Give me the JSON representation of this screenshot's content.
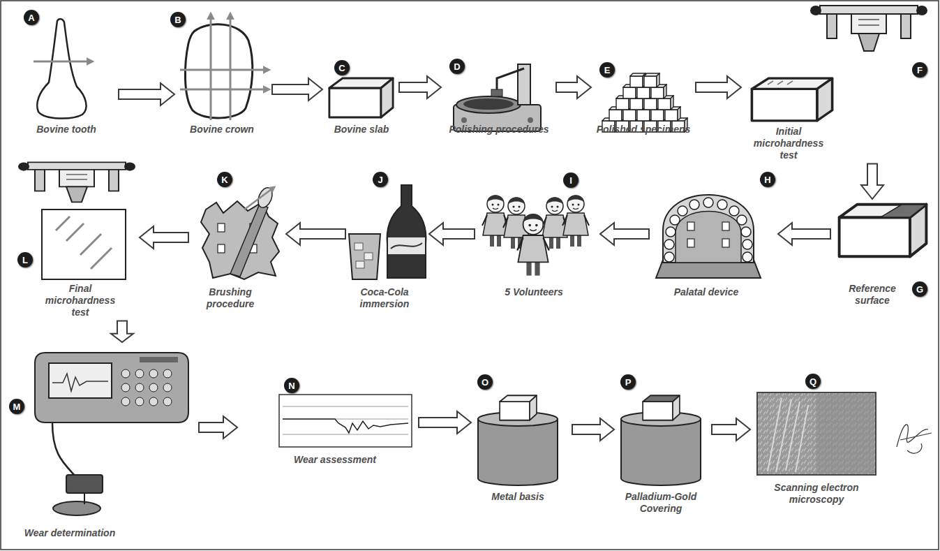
{
  "diagram": {
    "nodes": [
      {
        "text": [
          "Bovine tooth"
        ]
      },
      {
        "text": [
          "A"
        ],
        "in": 0
      },
      {
        "text": [
          "Bovine crown"
        ]
      },
      {
        "text": [
          "B"
        ],
        "in": 2
      },
      {
        "text": [
          "Bovine slab"
        ]
      },
      {
        "text": [
          "C"
        ],
        "in": 4
      },
      {
        "text": [
          "Polishing procedures"
        ]
      },
      {
        "text": [
          "D"
        ],
        "in": 6
      },
      {
        "text": [
          "Polished specimens"
        ]
      },
      {
        "text": [
          "E"
        ],
        "in": 8
      },
      {
        "text": [
          "Initial microhardness test"
        ]
      },
      {
        "text": [
          "F"
        ],
        "in": 10
      },
      {
        "text": [
          "Reference surface"
        ]
      },
      {
        "text": [
          "G"
        ],
        "in": 12
      },
      {
        "text": [
          "Palatal device"
        ]
      },
      {
        "text": [
          "H"
        ],
        "in": 14
      },
      {
        "text": [
          "5 Volunteers"
        ]
      },
      {
        "text": [
          "I"
        ],
        "in": 16
      },
      {
        "text": [
          "Coca-Cola immersion"
        ]
      },
      {
        "text": [
          "J"
        ],
        "in": 18
      },
      {
        "text": [
          "Brushing procedure"
        ]
      },
      {
        "text": [
          "K"
        ],
        "in": 20
      },
      {
        "text": [
          "Final microhardness test"
        ]
      },
      {
        "text": [
          "L"
        ],
        "in": 22
      },
      {
        "text": [
          "Wear determination"
        ]
      },
      {
        "text": [
          "M"
        ],
        "in": 24
      },
      {
        "text": [
          "Wear assessment"
        ]
      },
      {
        "text": [
          "N"
        ],
        "in": 26
      },
      {
        "text": [
          "Metal basis"
        ]
      },
      {
        "text": [
          "O"
        ],
        "in": 28
      },
      {
        "text": [
          "Palladium-Gold Covering"
        ]
      },
      {
        "text": [
          "P"
        ],
        "in": 30
      },
      {
        "text": [
          "Scanning electron microscopy"
        ]
      },
      {
        "text": [
          "Q"
        ],
        "in": 32
      }
    ],
    "edges": [
      {
        "from": 0,
        "to": 2,
        "arrow": "to"
      },
      {
        "from": 2,
        "to": 4,
        "arrow": "to"
      },
      {
        "from": 4,
        "to": 6,
        "arrow": "to"
      },
      {
        "from": 6,
        "to": 8,
        "arrow": "to"
      },
      {
        "from": 8,
        "to": 10,
        "arrow": "to"
      },
      {
        "from": 10,
        "to": 12,
        "arrow": "to"
      },
      {
        "from": 12,
        "to": 14,
        "arrow": "to"
      },
      {
        "from": 14,
        "to": 16,
        "arrow": "to"
      },
      {
        "from": 16,
        "to": 18,
        "arrow": "to"
      },
      {
        "from": 18,
        "to": 20,
        "arrow": "to"
      },
      {
        "from": 20,
        "to": 22,
        "arrow": "to"
      },
      {
        "from": 22,
        "to": 24,
        "arrow": "to"
      },
      {
        "from": 24,
        "to": 26,
        "arrow": "to"
      },
      {
        "from": 26,
        "to": 28,
        "arrow": "to"
      },
      {
        "from": 28,
        "to": 30,
        "arrow": "to"
      },
      {
        "from": 30,
        "to": 32,
        "arrow": "to"
      }
    ]
  }
}
